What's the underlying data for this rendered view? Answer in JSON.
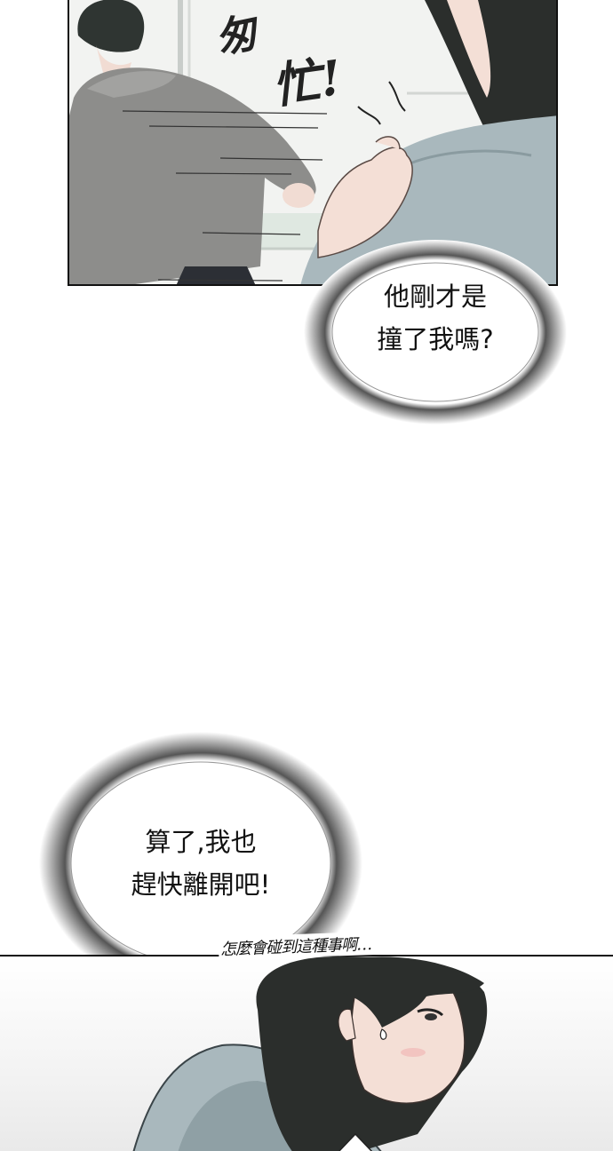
{
  "panels": {
    "top": {
      "sfx_1": "匆",
      "sfx_2": "忙!"
    }
  },
  "bubbles": [
    {
      "line1": "他剛才是",
      "line2": "撞了我嗎?"
    },
    {
      "line1": "算了,我也",
      "line2": "趕快離開吧!"
    }
  ],
  "whisper_text": "怎麼會碰到這種事啊…",
  "colors": {
    "hoodie_gray": "#8d8d8b",
    "hair_dark": "#2b2e2c",
    "jacket_blue": "#a9b8bd",
    "skin": "#f4dfd6"
  }
}
